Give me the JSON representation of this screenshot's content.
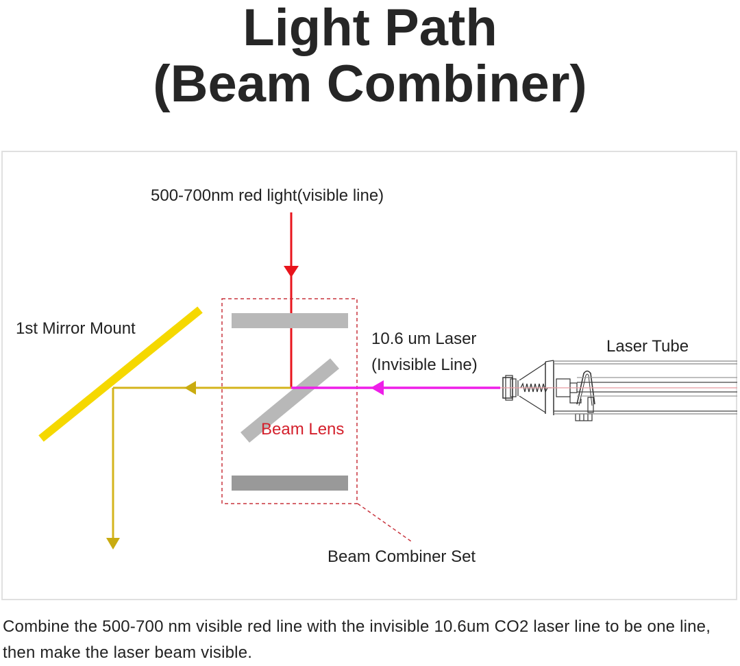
{
  "title": {
    "line1": "Light Path",
    "line2": "(Beam Combiner)"
  },
  "diagram": {
    "labels": {
      "red_light": "500-700nm red light(visible line)",
      "mirror_mount": "1st Mirror Mount",
      "laser_line1": "10.6 um Laser",
      "laser_line2": "(Invisible Line)",
      "laser_tube": "Laser Tube",
      "beam_lens": "Beam Lens",
      "combiner_set": "Beam Combiner Set"
    },
    "colors": {
      "red_beam": "#e8141c",
      "laser_beam": "#ee1ee8",
      "combined_beam": "#d4b41c",
      "mirror": "#f5d800",
      "lens_plate_light": "#b8b8b8",
      "lens_plate_dark": "#999999",
      "combiner_outline": "#c8323c",
      "frame_border": "#e0e0e0"
    },
    "components": [
      "red-light-source-beam",
      "beam-combiner-set",
      "beam-lens",
      "laser-tube",
      "1st-mirror-mount",
      "combined-output-beam"
    ]
  },
  "caption": "Combine the 500-700 nm visible red line with the invisible 10.6um CO2 laser line to be one line, then make the laser beam visible."
}
